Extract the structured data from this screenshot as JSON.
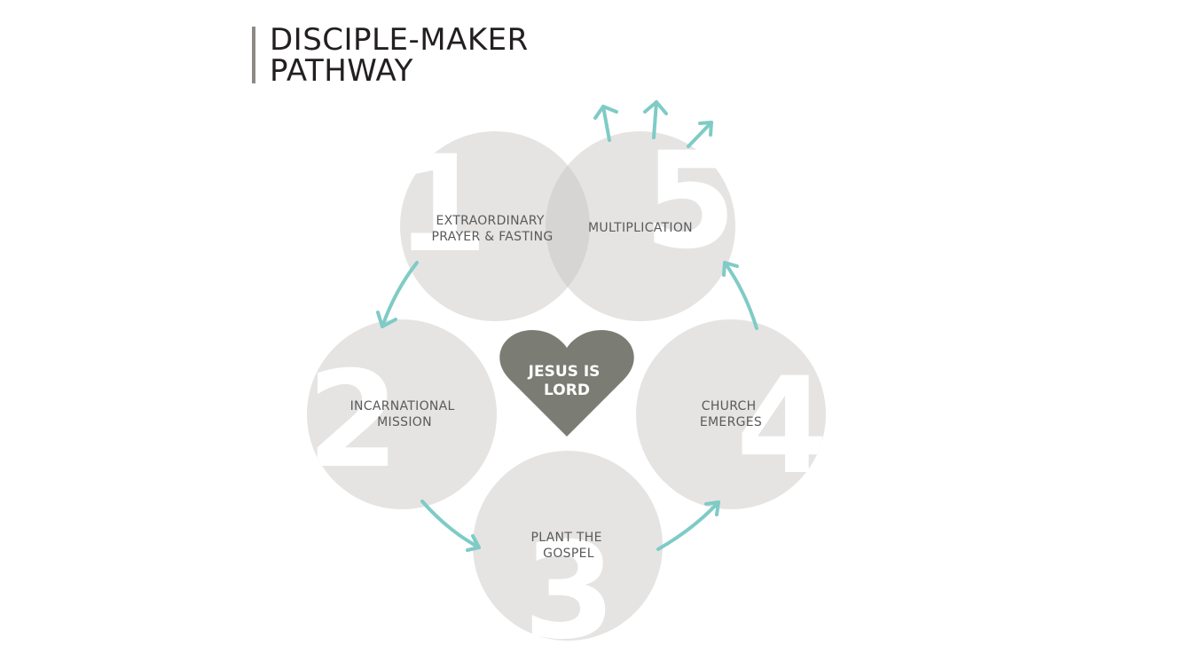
{
  "title": {
    "line1": "DISCIPLE-MAKER",
    "line2": "PATHWAY"
  },
  "center": {
    "line1": "JESUS IS",
    "line2": "LORD"
  },
  "stages": [
    {
      "number": "1",
      "line1": "EXTRAORDINARY",
      "line2": "PRAYER & FASTING"
    },
    {
      "number": "2",
      "line1": "INCARNATIONAL",
      "line2": "MISSION"
    },
    {
      "number": "3",
      "line1": "PLANT THE",
      "line2": "GOSPEL"
    },
    {
      "number": "4",
      "line1": "CHURCH",
      "line2": "EMERGES"
    },
    {
      "number": "5",
      "line1": "MULTIPLICATION",
      "line2": ""
    }
  ],
  "colors": {
    "circle": "#e5e4e3",
    "overlap": "#d6d5d3",
    "heart": "#7b7d75",
    "arrow": "#7fcbc6",
    "title": "#231f20"
  }
}
